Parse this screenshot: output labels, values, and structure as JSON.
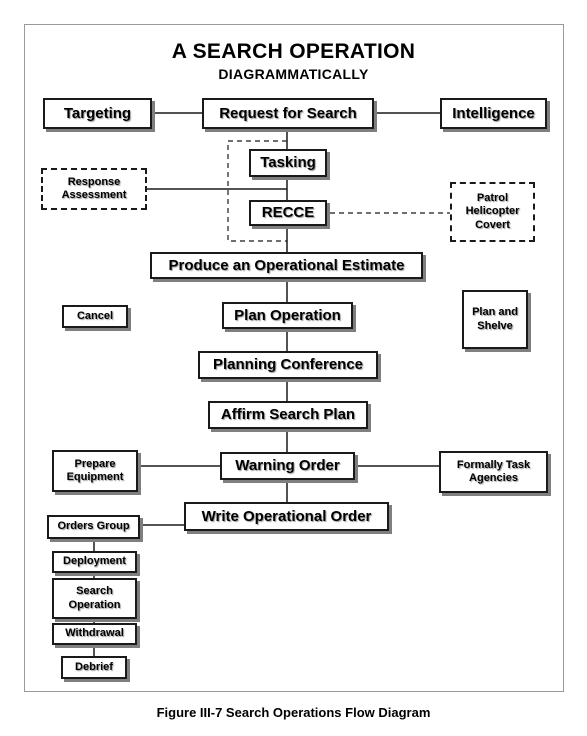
{
  "diagram": {
    "title": "A SEARCH OPERATION",
    "subtitle": "DIAGRAMMATICALLY",
    "caption": "Figure III-7 Search Operations Flow Diagram",
    "nodes": {
      "targeting": "Targeting",
      "request_for_search": "Request for Search",
      "intelligence": "Intelligence",
      "tasking": "Tasking",
      "response_assessment": "Response Assessment",
      "recce": "RECCE",
      "patrol_helicopter_covert": "Patrol Helicopter Covert",
      "produce_estimate": "Produce an Operational Estimate",
      "cancel": "Cancel",
      "plan_operation": "Plan Operation",
      "plan_and_shelve": "Plan and Shelve",
      "planning_conference": "Planning Conference",
      "affirm_search_plan": "Affirm Search Plan",
      "prepare_equipment": "Prepare Equipment",
      "warning_order": "Warning Order",
      "formally_task_agencies": "Formally Task Agencies",
      "orders_group": "Orders Group",
      "write_operational_order": "Write Operational Order",
      "deployment": "Deployment",
      "search_operation": "Search Operation",
      "withdrawal": "Withdrawal",
      "debrief": "Debrief"
    }
  }
}
